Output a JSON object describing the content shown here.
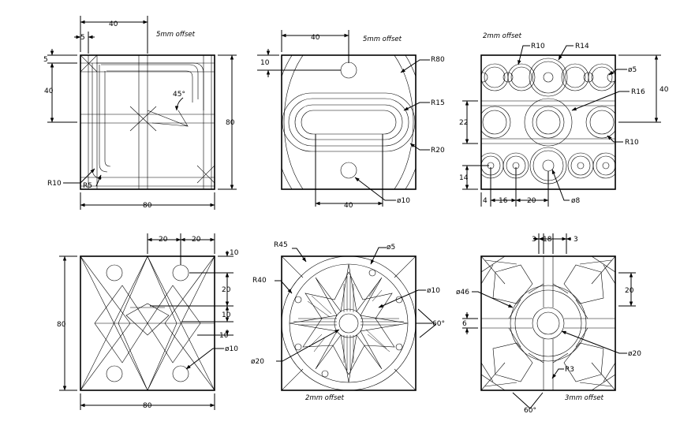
{
  "panels": {
    "p1": {
      "notes": [
        "5mm offset"
      ],
      "dims": [
        "40",
        "5",
        "5",
        "40",
        "45°",
        "80",
        "R10",
        "R5",
        "80"
      ]
    },
    "p2": {
      "notes": [
        "5mm offset"
      ],
      "dims": [
        "40",
        "10",
        "R80",
        "R15",
        "R20",
        "40",
        "ø10"
      ]
    },
    "p3": {
      "notes": [
        "2mm offset"
      ],
      "dims": [
        "R10",
        "R14",
        "ø5",
        "R16",
        "40",
        "22",
        "R10",
        "14",
        "4",
        "16",
        "20",
        "ø8"
      ]
    },
    "p4": {
      "notes": [],
      "dims": [
        "20",
        "20",
        "10",
        "80",
        "20",
        "10",
        "10",
        "ø10",
        "80"
      ]
    },
    "p5": {
      "notes": [
        "2mm offset"
      ],
      "dims": [
        "R45",
        "ø5",
        "R40",
        "ø10",
        "60°",
        "ø20"
      ]
    },
    "p6": {
      "notes": [
        "3mm offset"
      ],
      "dims": [
        "3",
        "18",
        "3",
        "ø46",
        "20",
        "6",
        "ø20",
        "R3",
        "60°"
      ]
    }
  }
}
